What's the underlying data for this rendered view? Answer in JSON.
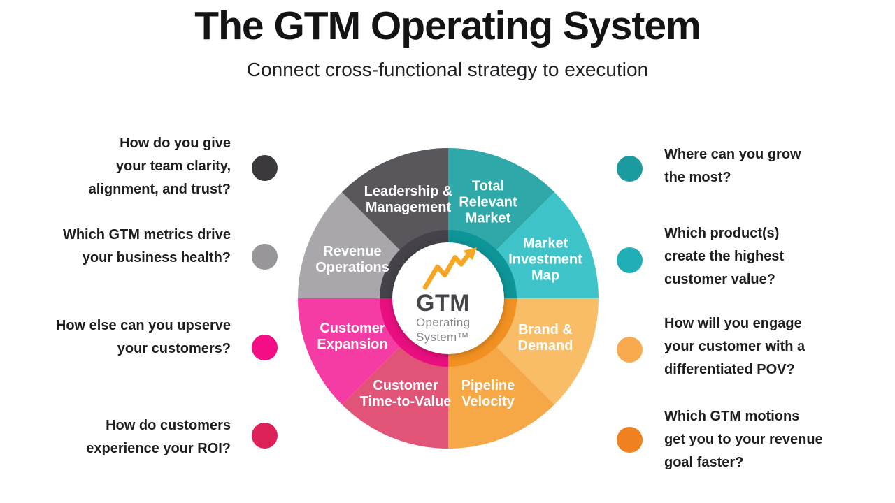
{
  "header": {
    "title": "The GTM Operating System",
    "subtitle": "Connect cross-functional strategy to execution"
  },
  "wheel": {
    "segments": [
      {
        "label": "Total\nRelevant\nMarket",
        "color": "#2FA8A9"
      },
      {
        "label": "Market\nInvestment\nMap",
        "color": "#3FC5C9"
      },
      {
        "label": "Brand &\nDemand",
        "color": "#F9BD68"
      },
      {
        "label": "Pipeline\nVelocity",
        "color": "#F6A746"
      },
      {
        "label": "Customer\nTime-to-Value",
        "color": "#E25378"
      },
      {
        "label": "Customer\nExpansion",
        "color": "#F53CA4"
      },
      {
        "label": "Revenue\nOperations",
        "color": "#A9A7AC"
      },
      {
        "label": "Leadership &\nManagement",
        "color": "#59575C"
      }
    ],
    "inner_ring": [
      {
        "name": "teal-quadrant",
        "color": "#0E9598"
      },
      {
        "name": "orange-quadrant",
        "color": "#F29122"
      },
      {
        "name": "pink-quadrant",
        "color": "#EA0F80"
      },
      {
        "name": "gray-quadrant",
        "color": "#454349"
      }
    ],
    "center": {
      "brand": "GTM",
      "line2": "Operating",
      "line3": "System™",
      "arrow_color": "#F5A623",
      "bg_color": "#FFFFFF"
    }
  },
  "questions": {
    "left": [
      {
        "text": "How do you give\nyour team clarity,\nalignment, and trust?",
        "dot_color": "#3B393E"
      },
      {
        "text": "Which GTM metrics drive\nyour business health?",
        "dot_color": "#98969B"
      },
      {
        "text": "How else can you upserve\nyour customers?",
        "dot_color": "#F30E86"
      },
      {
        "text": "How do customers\nexperience your ROI?",
        "dot_color": "#DE2059"
      }
    ],
    "right": [
      {
        "text": "Where can you grow\nthe most?",
        "dot_color": "#1B9AA0"
      },
      {
        "text": "Which product(s)\ncreate the highest\ncustomer value?",
        "dot_color": "#1FAFB4"
      },
      {
        "text": "How will you engage\nyour customer with a\ndifferentiated POV?",
        "dot_color": "#F9A94E"
      },
      {
        "text": "Which GTM motions\nget you to your revenue\ngoal faster?",
        "dot_color": "#F08121"
      }
    ]
  }
}
